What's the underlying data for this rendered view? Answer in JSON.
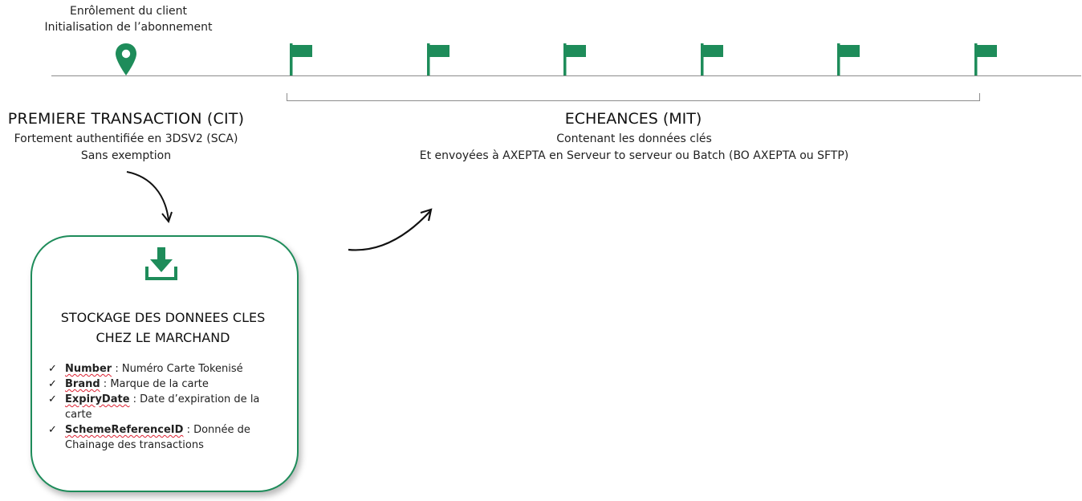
{
  "timeline": {
    "start_label_line1": "Enrôlement du client",
    "start_label_line2": "Initialisation de l’abonnement",
    "marker_icon": "map-pin-icon",
    "milestone_icon": "flag-icon",
    "milestone_count": 6
  },
  "first_transaction": {
    "title": "PREMIERE TRANSACTION (CIT)",
    "desc_line1": "Fortement authentifiée en 3DSV2 (SCA)",
    "desc_line2": "Sans exemption"
  },
  "recurring": {
    "title": "ECHEANCES (MIT)",
    "desc_line1": "Contenant les données clés",
    "desc_line2": "Et envoyées à AXEPTA en Serveur to serveur ou Batch (BO AXEPTA ou SFTP)"
  },
  "storage_card": {
    "icon": "download-icon",
    "title_line1": "STOCKAGE DES DONNEES CLES",
    "title_line2": "CHEZ LE MARCHAND",
    "check_mark": "✓",
    "items": [
      {
        "name": "Number",
        "separator": " : ",
        "desc": "Numéro Carte Tokenisé"
      },
      {
        "name": "Brand",
        "separator": " : ",
        "desc": "Marque de la carte"
      },
      {
        "name": "ExpiryDate",
        "separator": " : ",
        "desc": "Date d’expiration de la carte"
      },
      {
        "name": "SchemeReferenceID",
        "separator": " : ",
        "desc": "Donnée de Chainage des transactions"
      }
    ]
  },
  "colors": {
    "accent_green": "#1e8c5a",
    "line_gray": "#8c8c8c",
    "text": "#1a1a1a"
  }
}
